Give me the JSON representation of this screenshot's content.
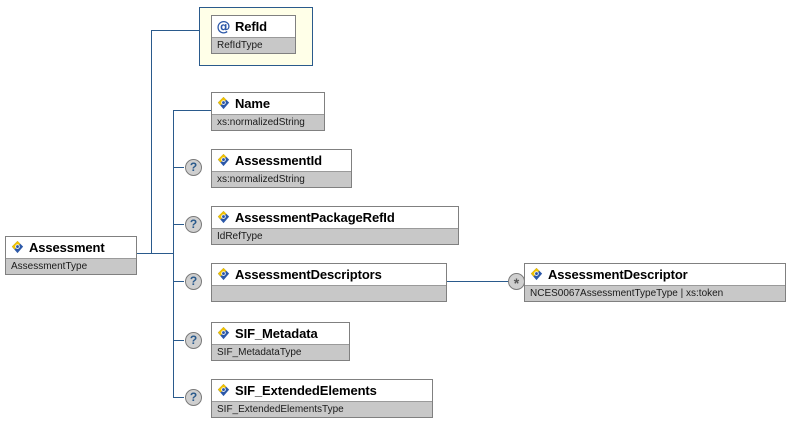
{
  "diagram": {
    "title": "Assessment XSD element tree",
    "colors": {
      "line": "#2a5a8c",
      "box_border": "#808080",
      "type_row_bg": "#c8c8c8",
      "attribute_bg": "#ffffe8",
      "attribute_border": "#2a5a8c",
      "marker_bg": "#cfcfcf",
      "marker_text": "#2a5a8c",
      "canvas_bg": "#ffffff"
    },
    "root": {
      "name": "Assessment",
      "type": "AssessmentType",
      "icon": "element-icon",
      "occurrence": ""
    },
    "attributes": [
      {
        "name": "RefId",
        "type": "RefIdType",
        "icon": "attribute-icon",
        "occurrence": ""
      }
    ],
    "children": [
      {
        "name": "Name",
        "type": "xs:normalizedString",
        "icon": "element-icon",
        "occurrence": ""
      },
      {
        "name": "AssessmentId",
        "type": "xs:normalizedString",
        "icon": "element-icon",
        "occurrence": "?"
      },
      {
        "name": "AssessmentPackageRefId",
        "type": "IdRefType",
        "icon": "element-icon",
        "occurrence": "?"
      },
      {
        "name": "AssessmentDescriptors",
        "type": "",
        "icon": "element-icon",
        "occurrence": "?"
      },
      {
        "name": "SIF_Metadata",
        "type": "SIF_MetadataType",
        "icon": "element-icon",
        "occurrence": "?"
      },
      {
        "name": "SIF_ExtendedElements",
        "type": "SIF_ExtendedElementsType",
        "icon": "element-icon",
        "occurrence": "?"
      }
    ],
    "grandchildren": [
      {
        "parent": "AssessmentDescriptors",
        "name": "AssessmentDescriptor",
        "type": "NCES0067AssessmentTypeType | xs:token",
        "icon": "element-icon",
        "occurrence": "*"
      }
    ]
  }
}
